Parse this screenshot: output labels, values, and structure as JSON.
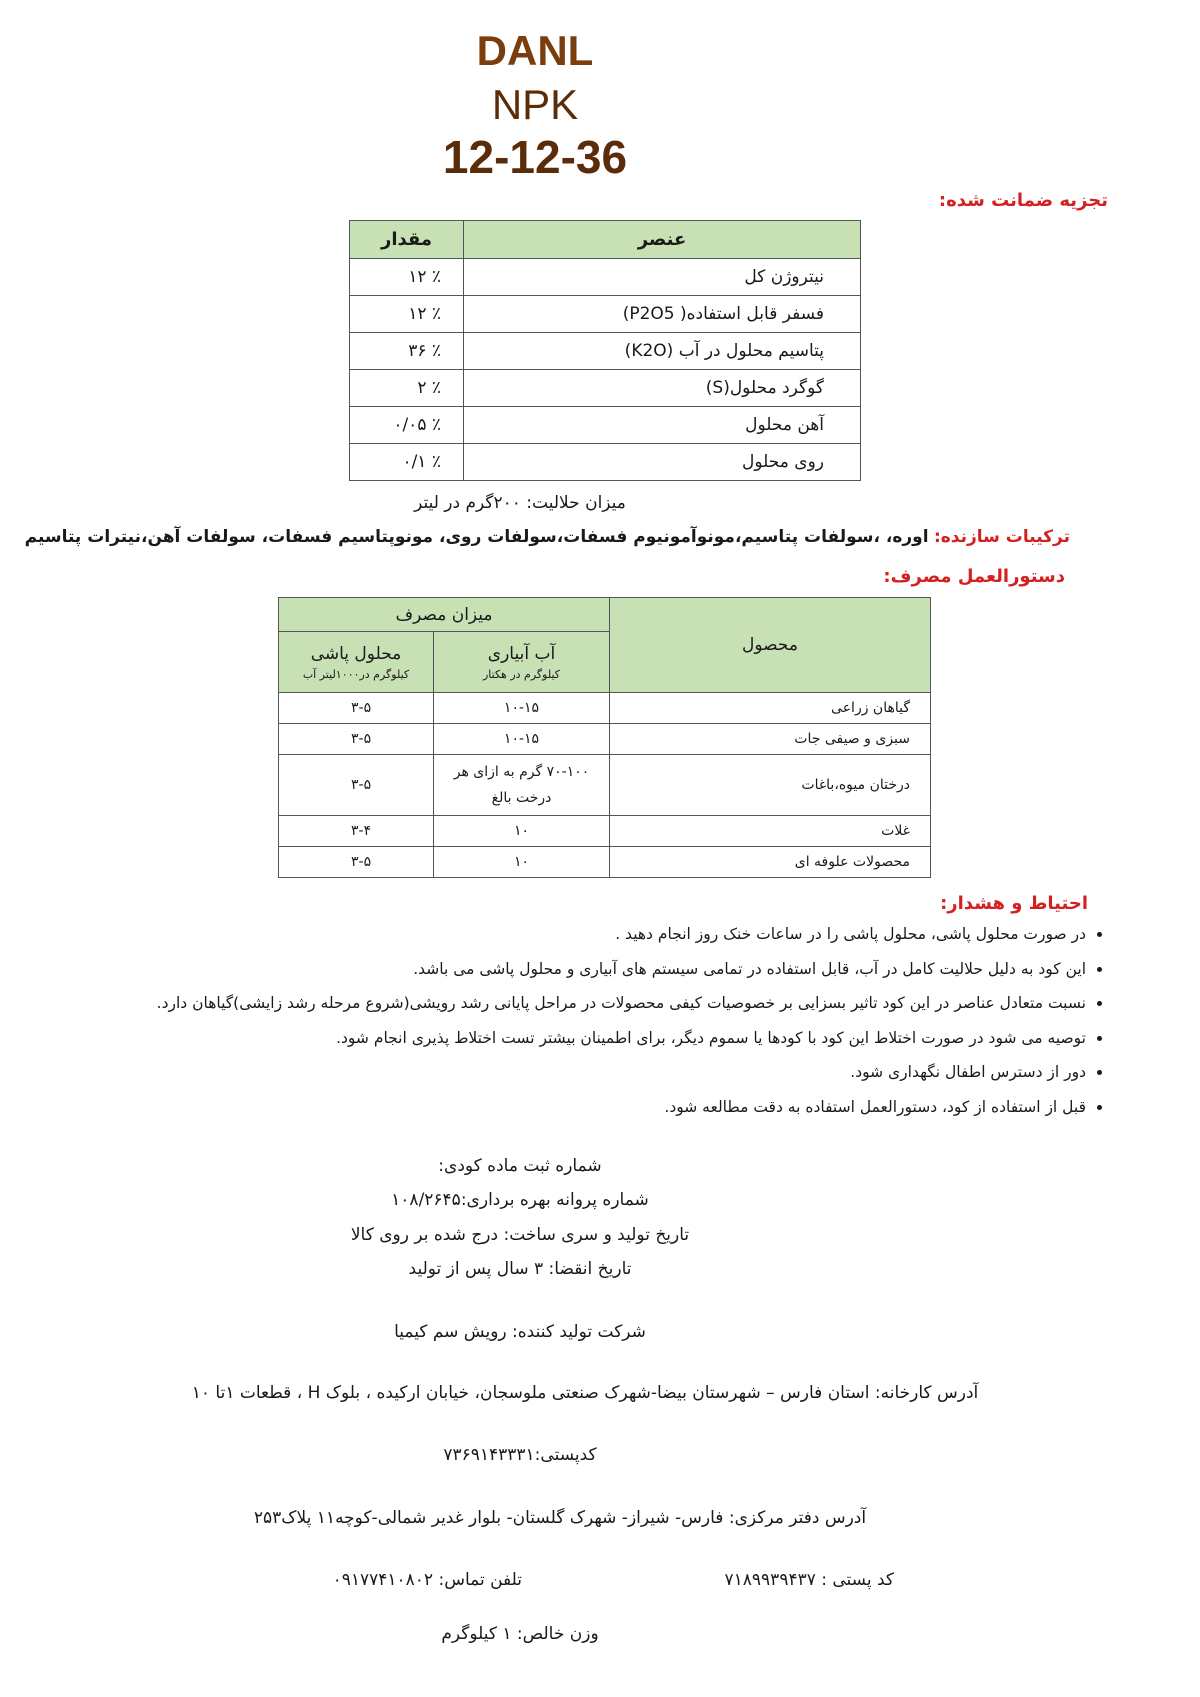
{
  "header": {
    "brand": "DANL",
    "product": "NPK",
    "formula": "12-12-36"
  },
  "analysis": {
    "heading": "تجزیه ضمانت شده:",
    "col_element": "عنصر",
    "col_amount": "مقدار",
    "rows": [
      {
        "element": "نیتروژن کل",
        "amount": "٪ ۱۲"
      },
      {
        "element": "فسفر قابل استفاده( P2O5)",
        "amount": "٪ ۱۲"
      },
      {
        "element": "پتاسیم محلول در آب (K2O)",
        "amount": "٪ ۳۶"
      },
      {
        "element": "گوگرد محلول(S)",
        "amount": "٪ ۲"
      },
      {
        "element": "آهن محلول",
        "amount": "٪ ۰/۰۵"
      },
      {
        "element": "روی محلول",
        "amount": "٪ ۰/۱"
      }
    ],
    "solubility": "میزان حلالیت: ۲۰۰گرم در لیتر"
  },
  "composition": {
    "label": "ترکیبات سازنده:",
    "text": "اوره، ،سولفات پتاسیم،مونوآمونیوم فسفات،سولفات روی، مونوپتاسیم فسفات، سولفات آهن،نیترات پتاسیم"
  },
  "usage": {
    "heading": "دستورالعمل مصرف:",
    "col_crop": "محصول",
    "col_rate": "میزان مصرف",
    "col_irrigation": "آب آبیاری",
    "col_irrigation_unit": "کیلوگرم در هکتار",
    "col_spray": "محلول پاشی",
    "col_spray_unit": "کیلوگرم در۱۰۰۰لیتر آب",
    "rows": [
      {
        "crop": "گیاهان زراعی",
        "irrigation": "۱۰-۱۵",
        "spray": "۳-۵"
      },
      {
        "crop": "سبزی و صیفی جات",
        "irrigation": "۱۰-۱۵",
        "spray": "۳-۵"
      },
      {
        "crop": "درختان میوه،باغات",
        "irrigation": "۷۰-۱۰۰ گرم به ازای هر درخت بالغ",
        "spray": "۳-۵"
      },
      {
        "crop": "غلات",
        "irrigation": "۱۰",
        "spray": "۳-۴"
      },
      {
        "crop": "محصولات علوفه ای",
        "irrigation": "۱۰",
        "spray": "۳-۵"
      }
    ]
  },
  "warnings": {
    "heading": "احتیاط و هشدار:",
    "items": [
      "در صورت محلول پاشی، محلول پاشی را در ساعات خنک روز انجام دهید .",
      "این کود به دلیل حلالیت کامل در آب، قابل استفاده در تمامی سیستم های آبیاری و محلول پاشی می باشد.",
      "نسبت متعادل عناصر در این کود تاثیر بسزایی بر خصوصیات کیفی محصولات در مراحل پایانی رشد رویشی(شروع مرحله رشد زایشی)گیاهان دارد.",
      "توصیه می شود در صورت اختلاط این کود با کودها یا سموم دیگر، برای اطمینان بیشتر تست اختلاط پذیری انجام شود.",
      "دور از دسترس اطفال نگهداری شود.",
      "قبل از استفاده از کود، دستورالعمل استفاده به دقت مطالعه شود."
    ]
  },
  "registration": {
    "reg_number": "شماره ثبت ماده کودی:",
    "license": "شماره پروانه بهره برداری:۱۰۸/۲۶۴۵",
    "production_date": "تاریخ تولید و سری ساخت: درج شده بر روی کالا",
    "expiry": "تاریخ انقضا: ۳ سال پس از تولید",
    "manufacturer": "شرکت تولید کننده: رویش سم کیمیا",
    "factory_address": "آدرس کارخانه: استان فارس – شهرستان بیضا-شهرک صنعتی ملوسجان، خیابان ارکیده ، بلوک H ، قطعات ۱تا ۱۰",
    "factory_postcode": "کدپستی:۷۳۶۹۱۴۳۳۳۱",
    "office_address": "آدرس دفتر مرکزی: فارس- شیراز- شهرک گلستان- بلوار غدیر شمالی-کوچه۱۱ پلاک۲۵۳",
    "office_postcode": "کد پستی :    ۷۱۸۹۹۳۹۴۳۷",
    "phone": "تلفن تماس: ۰۹۱۷۷۴۱۰۸۰۲",
    "net_weight": "وزن خالص: ۱ کیلوگرم"
  }
}
